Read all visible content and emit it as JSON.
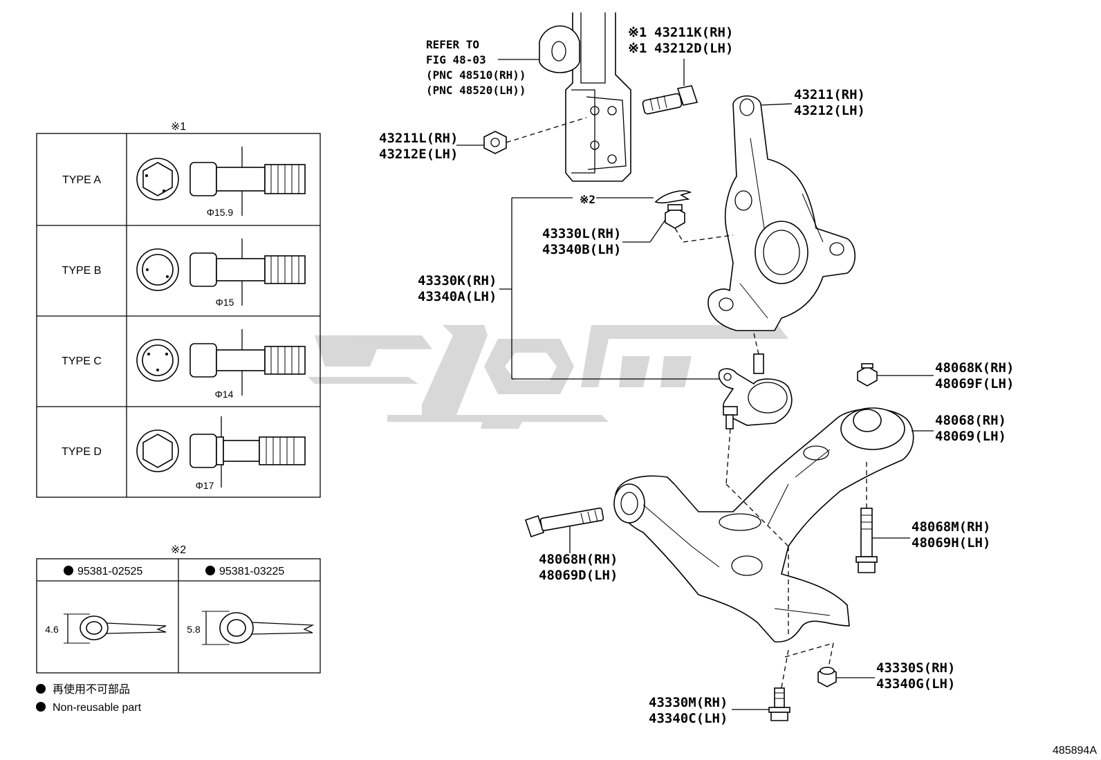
{
  "figure_code": "485894A",
  "refer": {
    "lines": [
      "REFER TO",
      "FIG 48-03",
      "(PNC 48510(RH))",
      "(PNC 48520(LH))"
    ]
  },
  "bolt_table": {
    "mark": "※1",
    "types": [
      {
        "label": "TYPE  A",
        "diameter": "Φ15.9"
      },
      {
        "label": "TYPE  B",
        "diameter": "Φ15"
      },
      {
        "label": "TYPE  C",
        "diameter": "Φ14"
      },
      {
        "label": "TYPE  D",
        "diameter": "Φ17"
      }
    ]
  },
  "pin_table": {
    "mark": "※2",
    "columns": [
      {
        "part": "95381-02525",
        "dim": "4.6"
      },
      {
        "part": "95381-03225",
        "dim": "5.8"
      }
    ]
  },
  "legend": {
    "jp": "再使用不可部品",
    "en": "Non-reusable part"
  },
  "callouts": {
    "bolt_k": {
      "mark": "※1",
      "rh": "43211K(RH)",
      "lh": "43212D(LH)"
    },
    "knuckle": {
      "rh": "43211(RH)",
      "lh": "43212(LH)"
    },
    "nut_l": {
      "rh": "43211L(RH)",
      "lh": "43212E(LH)"
    },
    "pin_mark": "※2",
    "castle_nut": {
      "rh": "43330L(RH)",
      "lh": "43340B(LH)"
    },
    "ball_joint": {
      "rh": "43330K(RH)",
      "lh": "43340A(LH)"
    },
    "arm_nut": {
      "rh": "48068K(RH)",
      "lh": "48069F(LH)"
    },
    "lower_arm": {
      "rh": "48068(RH)",
      "lh": "48069(LH)"
    },
    "front_bolt": {
      "rh": "48068H(RH)",
      "lh": "48069D(LH)"
    },
    "rear_bolt": {
      "rh": "48068M(RH)",
      "lh": "48069H(LH)"
    },
    "bj_nut": {
      "rh": "43330S(RH)",
      "lh": "43340G(LH)"
    },
    "bj_bolt": {
      "rh": "43330M(RH)",
      "lh": "43340C(LH)"
    }
  },
  "watermark": {
    "color": "#d0d0d0"
  }
}
